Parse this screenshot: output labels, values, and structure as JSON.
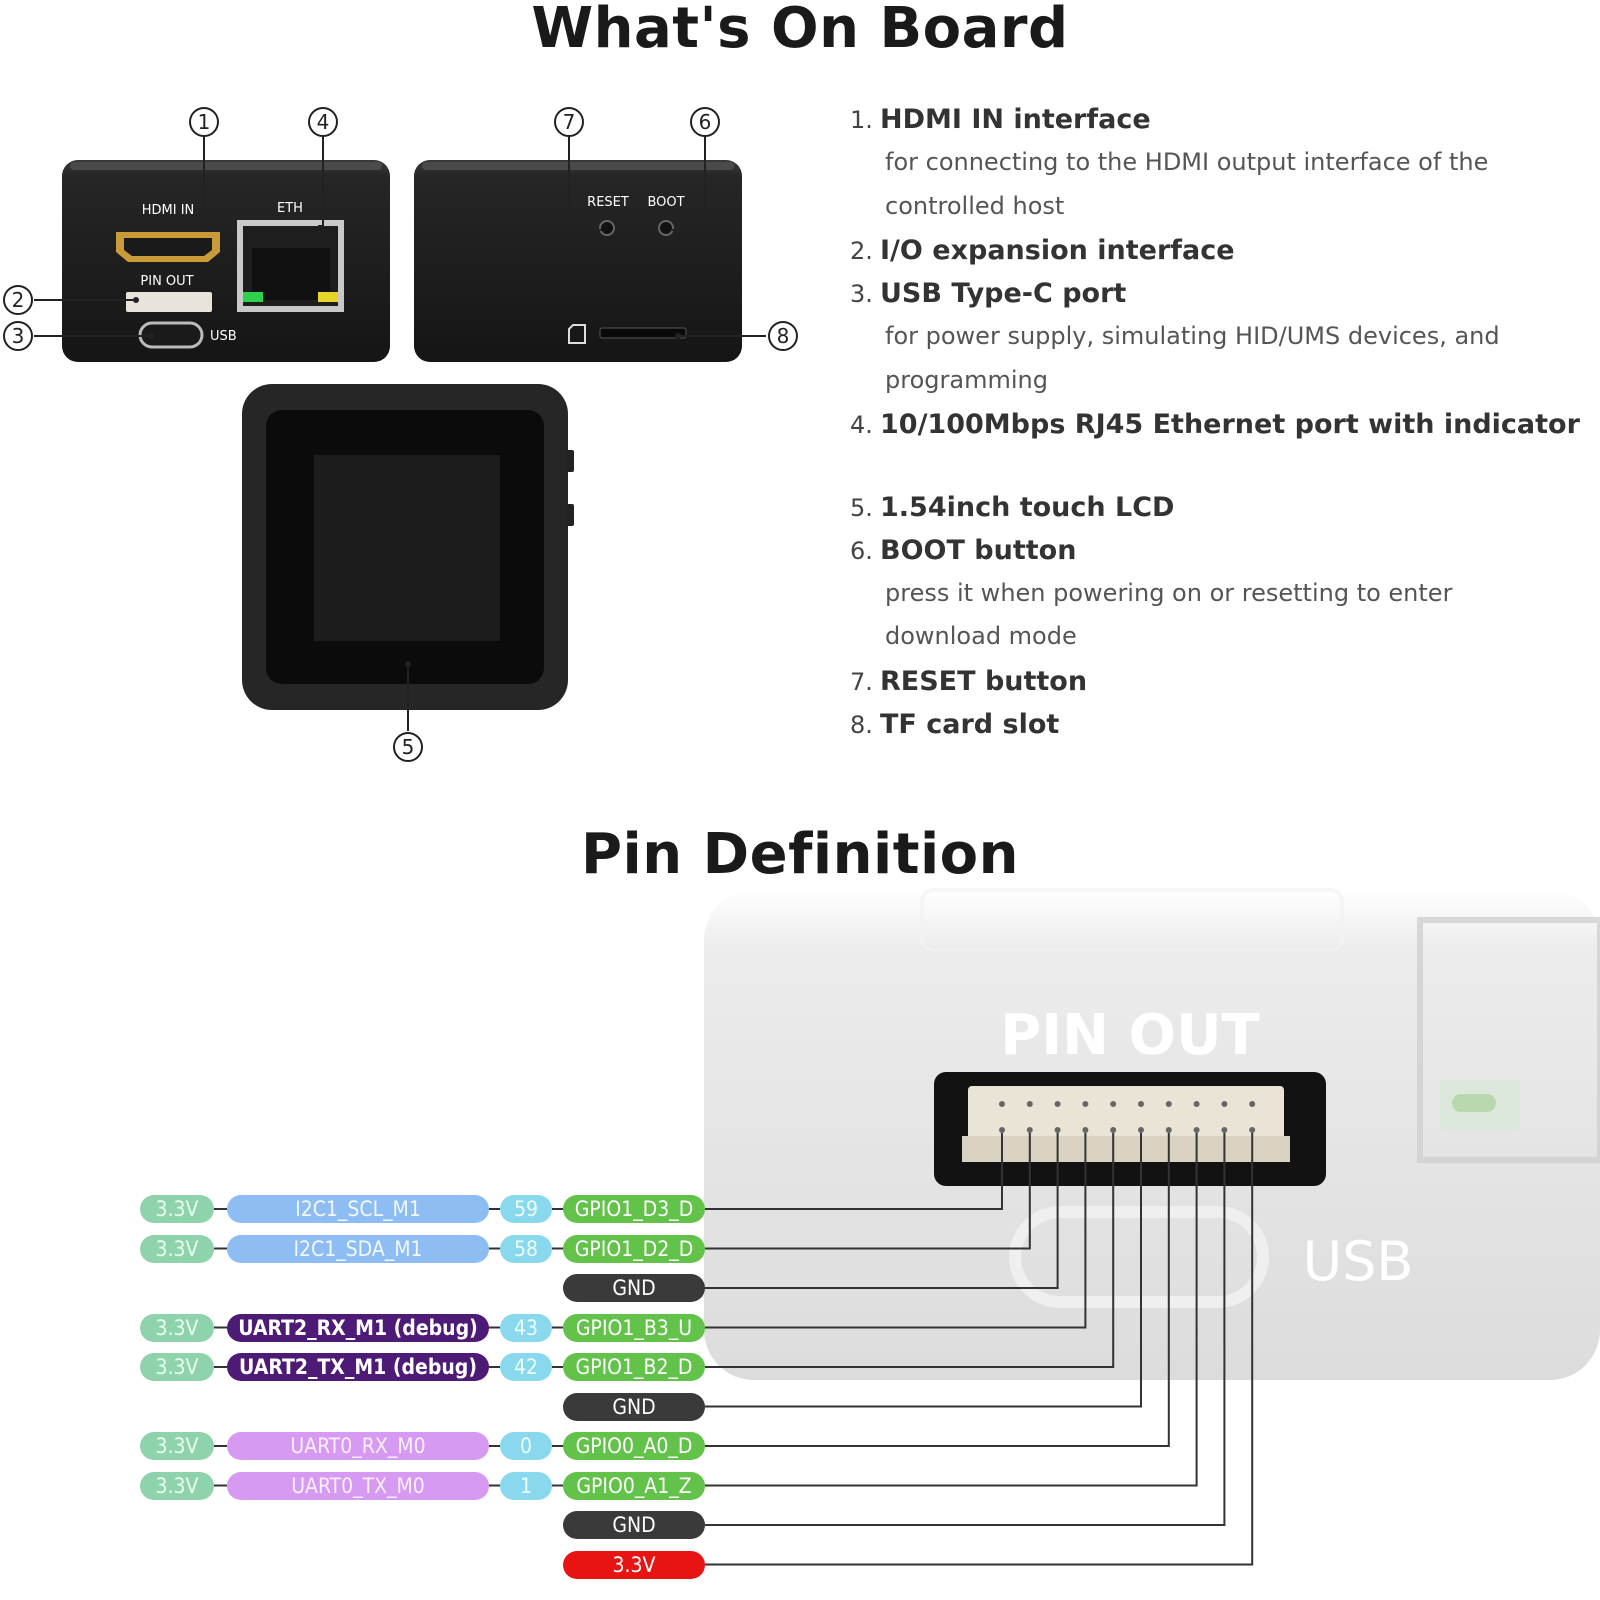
{
  "titles": {
    "top": "What's On Board",
    "bottom": "Pin Definition"
  },
  "board_labels": {
    "hdmi": "HDMI IN",
    "eth": "ETH",
    "pinout": "PIN OUT",
    "usb": "USB",
    "reset": "RESET",
    "boot": "BOOT"
  },
  "callouts": [
    "1",
    "2",
    "3",
    "4",
    "5",
    "6",
    "7",
    "8"
  ],
  "legend": [
    {
      "num": "1.",
      "title": "HDMI IN interface",
      "desc": [
        "for connecting to the HDMI output interface of the",
        "controlled host"
      ]
    },
    {
      "num": "2.",
      "title": "I/O expansion interface",
      "desc": []
    },
    {
      "num": "3.",
      "title": "USB Type-C port",
      "desc": [
        "for power supply, simulating HID/UMS devices, and",
        "programming"
      ]
    },
    {
      "num": "4.",
      "title": "10/100Mbps RJ45 Ethernet port with indicator",
      "desc": []
    },
    {
      "num": "5.",
      "title": "1.54inch touch LCD",
      "desc": []
    },
    {
      "num": "6.",
      "title": "BOOT button",
      "desc": [
        "press it when powering on or resetting to enter",
        "download mode"
      ]
    },
    {
      "num": "7.",
      "title": "RESET button",
      "desc": []
    },
    {
      "num": "8.",
      "title": "TF card slot",
      "desc": []
    }
  ],
  "pin_photo": {
    "pinout": "PIN OUT",
    "usb": "USB"
  },
  "pins": [
    {
      "voltage": "3.3V",
      "function": "I2C1_SCL_M1",
      "func_type": "i2c",
      "number": "59",
      "gpio": "GPIO1_D3_D",
      "kind": "gpio"
    },
    {
      "voltage": "3.3V",
      "function": "I2C1_SDA_M1",
      "func_type": "i2c",
      "number": "58",
      "gpio": "GPIO1_D2_D",
      "kind": "gpio"
    },
    {
      "voltage": "",
      "function": "",
      "func_type": "",
      "number": "",
      "gpio": "GND",
      "kind": "gnd"
    },
    {
      "voltage": "3.3V",
      "function": "UART2_RX_M1 (debug)",
      "func_type": "debug",
      "number": "43",
      "gpio": "GPIO1_B3_U",
      "kind": "gpio"
    },
    {
      "voltage": "3.3V",
      "function": "UART2_TX_M1 (debug)",
      "func_type": "debug",
      "number": "42",
      "gpio": "GPIO1_B2_D",
      "kind": "gpio"
    },
    {
      "voltage": "",
      "function": "",
      "func_type": "",
      "number": "",
      "gpio": "GND",
      "kind": "gnd"
    },
    {
      "voltage": "3.3V",
      "function": "UART0_RX_M0",
      "func_type": "uart0",
      "number": "0",
      "gpio": "GPIO0_A0_D",
      "kind": "gpio"
    },
    {
      "voltage": "3.3V",
      "function": "UART0_TX_M0",
      "func_type": "uart0",
      "number": "1",
      "gpio": "GPIO0_A1_Z",
      "kind": "gpio"
    },
    {
      "voltage": "",
      "function": "",
      "func_type": "",
      "number": "",
      "gpio": "GND",
      "kind": "gnd"
    },
    {
      "voltage": "",
      "function": "",
      "func_type": "",
      "number": "",
      "gpio": "3.3V",
      "kind": "power"
    }
  ],
  "colors": {
    "voltage": "#8fd3ad",
    "i2c": "#8ebdf4",
    "debug": "#4d1a75",
    "uart0": "#d69af2",
    "number": "#8ad8ee",
    "gpio": "#62c24a",
    "gnd": "#3a3a3a",
    "power": "#e81414"
  }
}
